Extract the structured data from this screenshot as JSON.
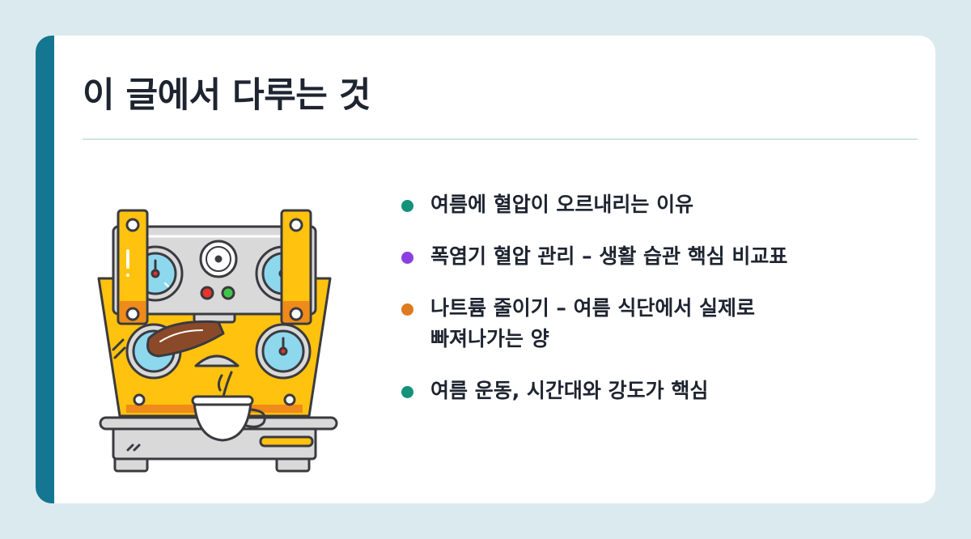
{
  "header": {
    "title": "이 글에서 다루는 것"
  },
  "colors": {
    "background": "#dbeaee",
    "card": "#ffffff",
    "accent_bar": "#147691",
    "divider": "#cfe2e6",
    "machine_yellow": "#ffc20e",
    "machine_gray": "#d9d9d9",
    "outline": "#3a3a40"
  },
  "illustration": {
    "icon": "espresso-machine-icon"
  },
  "topics": [
    {
      "text": "여름에 혈압이 오르내리는 이유",
      "dot_color": "#14917a"
    },
    {
      "text": "폭염기 혈압 관리 – 생활 습관 핵심 비교표",
      "dot_color": "#8b3fe0"
    },
    {
      "text": "나트륨 줄이기 – 여름 식단에서 실제로\n빠져나가는 양",
      "dot_color": "#e07a1c"
    },
    {
      "text": "여름 운동, 시간대와 강도가 핵심",
      "dot_color": "#14917a"
    }
  ]
}
